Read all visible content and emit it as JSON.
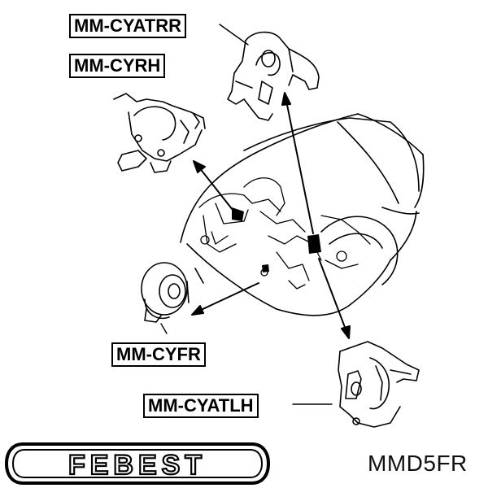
{
  "labels": {
    "rear_mount": "MM-CYATRR",
    "right_mount": "MM-CYRH",
    "front_mount": "MM-CYFR",
    "left_mount": "MM-CYATLH"
  },
  "brand": {
    "logo_text": "FEBEST"
  },
  "part_number": "MMD5FR"
}
